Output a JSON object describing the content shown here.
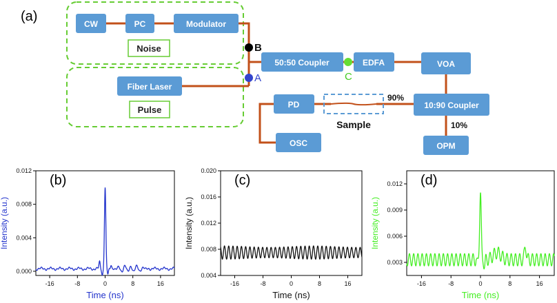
{
  "diagram": {
    "panel_label": "(a)",
    "blocks": {
      "cw": "CW",
      "pc": "PC",
      "modulator": "Modulator",
      "noise": "Noise",
      "fiber_laser": "Fiber Laser",
      "pulse": "Pulse",
      "coupler_5050": "50:50 Coupler",
      "edfa": "EDFA",
      "voa": "VOA",
      "coupler_1090": "10:90 Coupler",
      "pd": "PD",
      "osc": "OSC",
      "opm": "OPM"
    },
    "sample_label": "Sample",
    "ports": {
      "a": "A",
      "b": "B",
      "c": "C"
    },
    "percent_90": "90%",
    "percent_10": "10%"
  },
  "colors": {
    "block_fill": "#5b9bd5",
    "fiber": "#c2501a",
    "dashed_group": "#66cc33",
    "sample_box": "#5b9bd5",
    "point_a": "#3344cc",
    "point_b": "#000000",
    "point_c": "#66dd33",
    "plot_blue": "#2233cc",
    "plot_black": "#111111",
    "plot_green": "#44ee22"
  },
  "chart_data": [
    {
      "panel": "(b)",
      "type": "line",
      "xlabel": "Time (ns)",
      "ylabel": "Intensity (a.u.)",
      "xlim": [
        -20,
        20
      ],
      "ylim": [
        -0.0005,
        0.012
      ],
      "xticks": [
        -16,
        -8,
        0,
        8,
        16
      ],
      "yticks": [
        0.0,
        0.004,
        0.008,
        0.012
      ],
      "ytick_labels": [
        "0.000",
        "0.004",
        "0.008",
        "0.012"
      ],
      "series": [
        {
          "color": "#2233cc",
          "peak": {
            "x": 0,
            "y": 0.01
          },
          "baseline": 0.0003
        }
      ]
    },
    {
      "panel": "(c)",
      "type": "line",
      "xlabel": "Time (ns)",
      "ylabel": "Intensity (a.u.)",
      "xlim": [
        -20,
        20
      ],
      "ylim": [
        0.004,
        0.02
      ],
      "xticks": [
        -16,
        -8,
        0,
        8,
        16
      ],
      "yticks": [
        0.004,
        0.008,
        0.012,
        0.016,
        0.02
      ],
      "ytick_labels": [
        "0.004",
        "0.008",
        "0.012",
        "0.016",
        "0.020"
      ],
      "series": [
        {
          "color": "#111111",
          "mean": 0.0075,
          "amplitude": 0.0009
        }
      ]
    },
    {
      "panel": "(d)",
      "type": "line",
      "xlabel": "Time (ns)",
      "ylabel": "Intensity (a.u.)",
      "xlim": [
        -20,
        20
      ],
      "ylim": [
        0.0015,
        0.0135
      ],
      "xticks": [
        -16,
        -8,
        0,
        8,
        16
      ],
      "yticks": [
        0.003,
        0.006,
        0.009,
        0.012
      ],
      "ytick_labels": [
        "0.003",
        "0.006",
        "0.009",
        "0.012"
      ],
      "series": [
        {
          "color": "#44ee22",
          "peak": {
            "x": 0,
            "y": 0.011
          },
          "baseline": 0.0033
        }
      ]
    }
  ]
}
